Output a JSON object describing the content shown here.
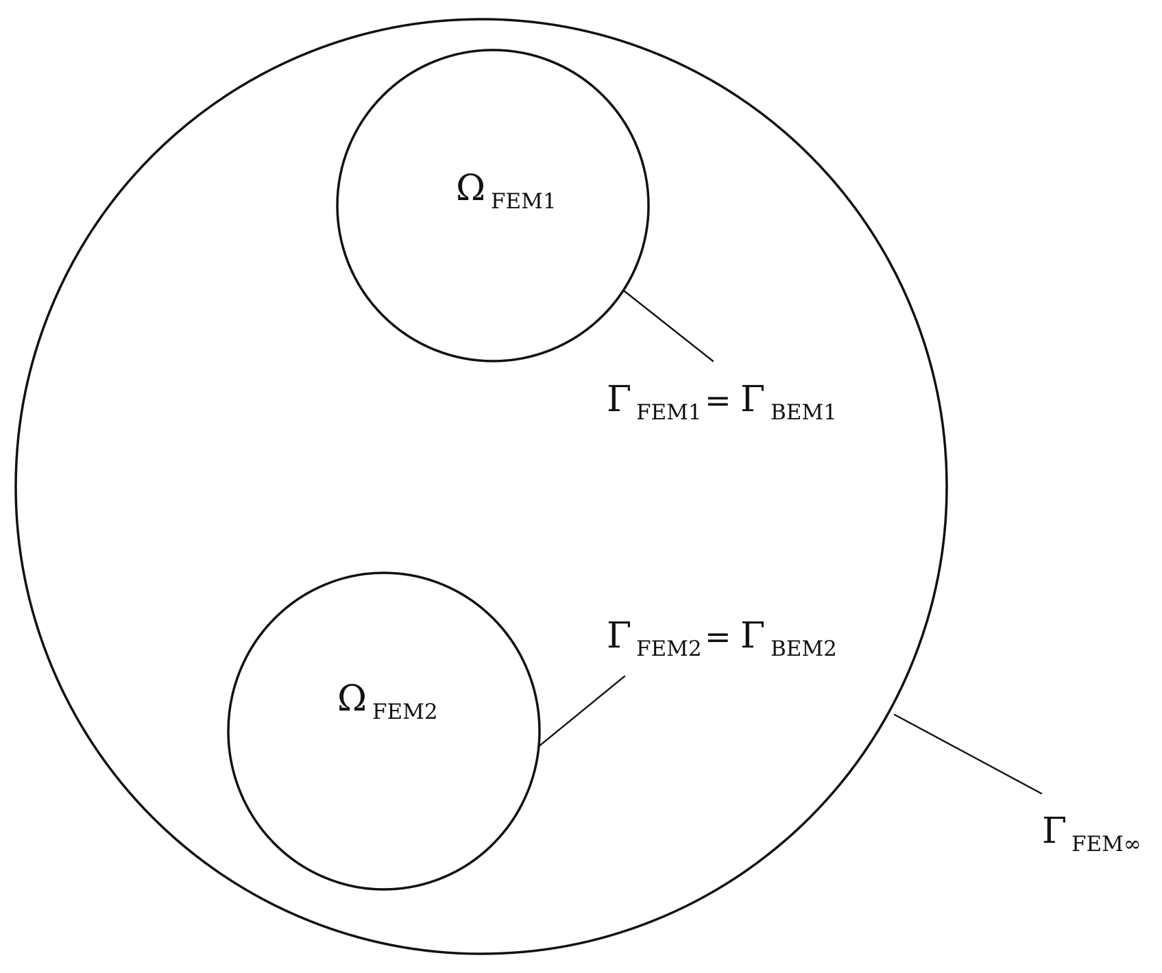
{
  "colors": {
    "stroke": "#111111",
    "background": "#ffffff"
  },
  "regions": {
    "omega_fem1": {
      "symbol": "Ω",
      "subscript": "FEM1"
    },
    "omega_fem2": {
      "symbol": "Ω",
      "subscript": "FEM2"
    }
  },
  "boundaries": {
    "gamma_1": {
      "left_symbol": "Γ",
      "left_subscript": "FEM1",
      "equals": "=",
      "right_symbol": "Γ",
      "right_subscript": "BEM1"
    },
    "gamma_2": {
      "left_symbol": "Γ",
      "left_subscript": "FEM2",
      "equals": "=",
      "right_symbol": "Γ",
      "right_subscript": "BEM2"
    },
    "gamma_outer": {
      "symbol": "Γ",
      "subscript": "FEM∞"
    }
  }
}
